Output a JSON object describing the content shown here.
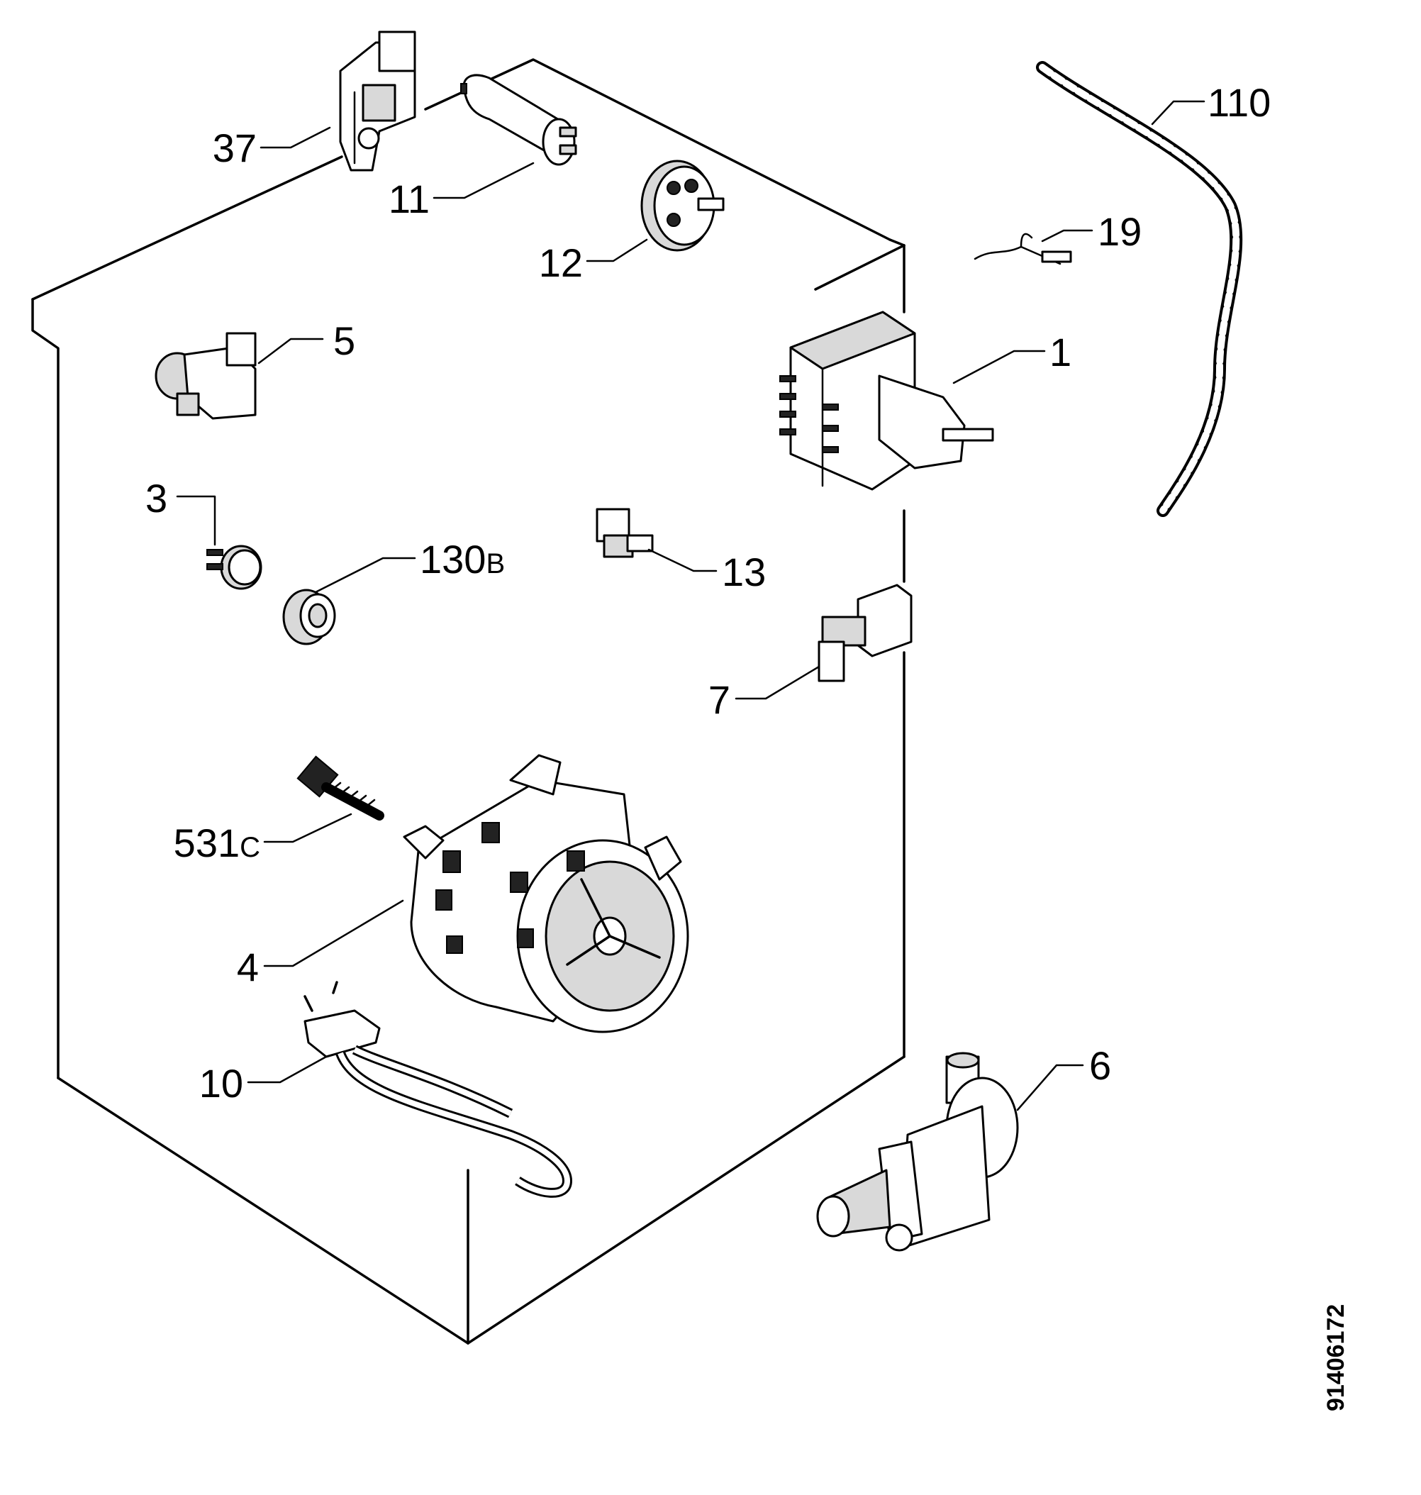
{
  "labels": [
    {
      "id": "37",
      "num": "37",
      "suffix": ""
    },
    {
      "id": "11",
      "num": "11",
      "suffix": ""
    },
    {
      "id": "12",
      "num": "12",
      "suffix": ""
    },
    {
      "id": "5",
      "num": "5",
      "suffix": ""
    },
    {
      "id": "3",
      "num": "3",
      "suffix": ""
    },
    {
      "id": "130",
      "num": "130",
      "suffix": "B"
    },
    {
      "id": "13",
      "num": "13",
      "suffix": ""
    },
    {
      "id": "1",
      "num": "1",
      "suffix": ""
    },
    {
      "id": "19",
      "num": "19",
      "suffix": ""
    },
    {
      "id": "110",
      "num": "110",
      "suffix": ""
    },
    {
      "id": "7",
      "num": "7",
      "suffix": ""
    },
    {
      "id": "531",
      "num": "531",
      "suffix": "C"
    },
    {
      "id": "4",
      "num": "4",
      "suffix": ""
    },
    {
      "id": "10",
      "num": "10",
      "suffix": ""
    },
    {
      "id": "6",
      "num": "6",
      "suffix": ""
    }
  ],
  "document_number": "91406172"
}
